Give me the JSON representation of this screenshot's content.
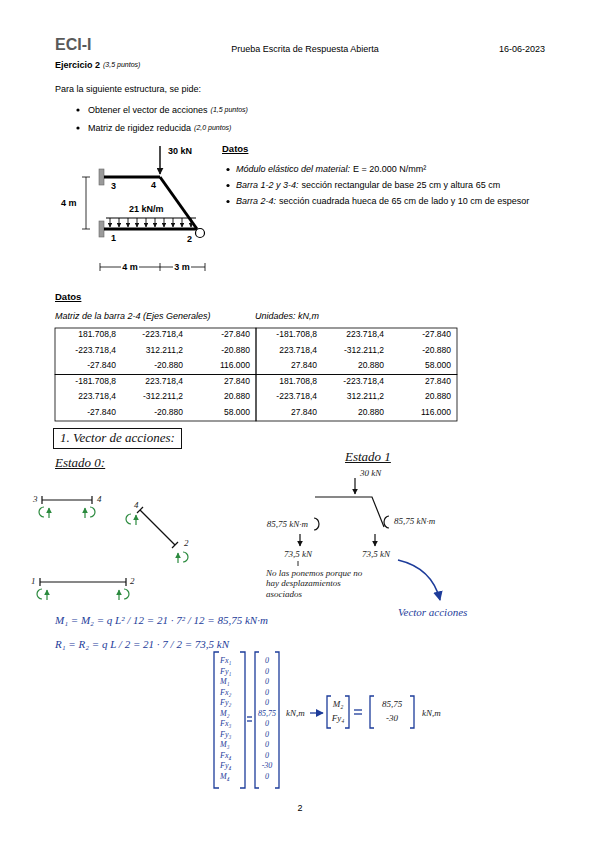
{
  "diagram": {
    "nodes": [
      {
        "text": [
          "1. Vector de acciones:"
        ]
      }
    ],
    "labels": [
      "ECI-I",
      "Prueba Escrita de Respuesta Abierta",
      "16-06-2023",
      "Ejercicio 2",
      "(3,5 puntos)",
      "Para la siguiente estructura, se pide:",
      "Obtener el vector de acciones",
      "(1,5 puntos)",
      "Matriz de rigidez reducida",
      "(2,0 puntos)",
      "30 kN",
      "3",
      "4",
      "4 m",
      "21 kN/m",
      "1",
      "2",
      "4 m",
      "3 m",
      "Datos",
      "Módulo elástico del material:",
      "E = 20.000 N/mm²",
      "Barra 1-2 y 3-4:",
      "sección rectangular de base 25 cm y altura 65 cm",
      "Barra 2-4:",
      "sección cuadrada hueca de 65 cm de lado y 10 cm de espesor",
      "Datos",
      "Matriz de la barra 2-4 (Ejes Generales)",
      "Unidades: kN,m",
      "181.708,8",
      "-223.718,4",
      "-27.840",
      "-181.708,8",
      "223.718,4",
      "-27.840",
      "-223.718,4",
      "312.211,2",
      "-20.880",
      "223.718,4",
      "-312.211,2",
      "-20.880",
      "-27.840",
      "-20.880",
      "116.000",
      "27.840",
      "20.880",
      "58.000",
      "-181.708,8",
      "223.718,4",
      "27.840",
      "181.708,8",
      "-223.718,4",
      "27.840",
      "223.718,4",
      "-312.211,2",
      "20.880",
      "-223.718,4",
      "312.211,2",
      "20.880",
      "-27.840",
      "-20.880",
      "58.000",
      "27.840",
      "20.880",
      "116.000",
      "Estado 0:",
      "3",
      "4",
      "4",
      "2",
      "1",
      "2",
      "M₁ = M₂ = q L² / 12 = 21 · 7² / 12 = 85,75 kN·m",
      "R₁ = R₂ = q L / 2 = 21 · 7 / 2 = 73,5 kN",
      "Estado 1",
      "30 kN",
      "85,75 kN·m",
      "85,75 kN·m",
      "73,5 kN",
      "73,5 kN",
      "No las ponemos porque no hay desplazamientos asociados",
      "Vector acciones",
      "Fx₁",
      "0",
      "Fy₁",
      "0",
      "M₁",
      "0",
      "Fx₂",
      "0",
      "Fy₂",
      "0",
      "M₂",
      "85,75",
      "Fx₃",
      "0",
      "Fy₃",
      "0",
      "M₃",
      "0",
      "Fx₄",
      "0",
      "Fy₄",
      "-30",
      "M₄",
      "0",
      "kN,m",
      "M₂",
      "Fy₄",
      "85,75",
      "-30",
      "kN,m",
      "2"
    ]
  }
}
